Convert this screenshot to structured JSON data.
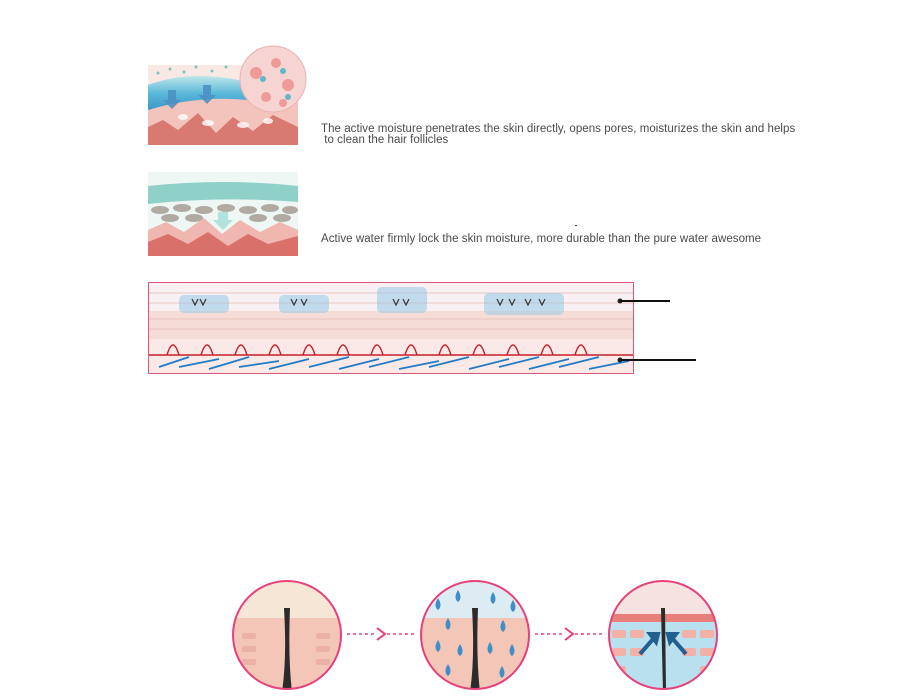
{
  "sections": [
    {
      "caption": "The active moisture penetrates the skin directly, opens pores, moisturizes the skin and helps\n to clean the hair follicles"
    },
    {
      "caption": "Active water firmly lock the skin moisture, more durable than the pure water awesome"
    }
  ],
  "colors": {
    "skin_pink": "#f2b8b0",
    "skin_dark": "#d9776e",
    "water_blue": "#4aa8d8",
    "teal": "#7fc6bf",
    "frame_border": "#e0557a",
    "arrow_pink": "#e8407a",
    "blood_red": "#c8202a",
    "vessel_blue": "#1e7cc8"
  },
  "icons": {
    "penetration": "skin-penetration-illustration",
    "lock": "skin-moisture-lock-illustration",
    "layers": "skin-layers-diagram",
    "steps": [
      "dry-follicle-icon",
      "water-drops-follicle-icon",
      "cleansed-follicle-icon"
    ],
    "arrows": [
      "arrow-right-icon",
      "arrow-right-icon"
    ]
  }
}
